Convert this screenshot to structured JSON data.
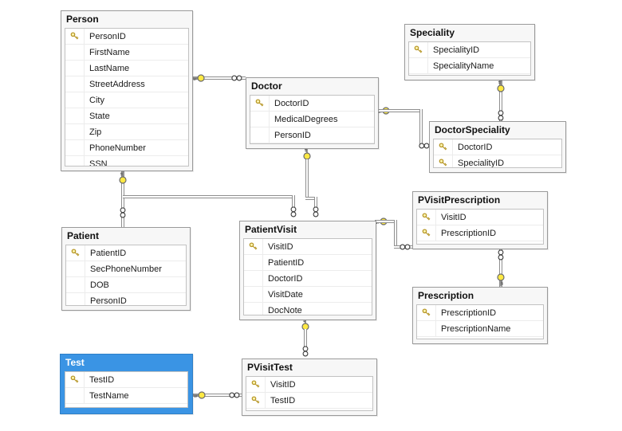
{
  "diagram": {
    "tables": [
      {
        "name": "Person",
        "selected": false,
        "fields": [
          {
            "name": "PersonID",
            "key": true
          },
          {
            "name": "FirstName",
            "key": false
          },
          {
            "name": "LastName",
            "key": false
          },
          {
            "name": "StreetAddress",
            "key": false
          },
          {
            "name": "City",
            "key": false
          },
          {
            "name": "State",
            "key": false
          },
          {
            "name": "Zip",
            "key": false
          },
          {
            "name": "PhoneNumber",
            "key": false
          },
          {
            "name": "SSN",
            "key": false
          }
        ]
      },
      {
        "name": "Doctor",
        "selected": false,
        "fields": [
          {
            "name": "DoctorID",
            "key": true
          },
          {
            "name": "MedicalDegrees",
            "key": false
          },
          {
            "name": "PersonID",
            "key": false
          }
        ]
      },
      {
        "name": "Speciality",
        "selected": false,
        "fields": [
          {
            "name": "SpecialityID",
            "key": true
          },
          {
            "name": "SpecialityName",
            "key": false
          }
        ]
      },
      {
        "name": "DoctorSpeciality",
        "selected": false,
        "fields": [
          {
            "name": "DoctorID",
            "key": true
          },
          {
            "name": "SpecialityID",
            "key": true
          }
        ]
      },
      {
        "name": "PVisitPrescription",
        "selected": false,
        "fields": [
          {
            "name": "VisitID",
            "key": true
          },
          {
            "name": "PrescriptionID",
            "key": true
          }
        ]
      },
      {
        "name": "Patient",
        "selected": false,
        "fields": [
          {
            "name": "PatientID",
            "key": true
          },
          {
            "name": "SecPhoneNumber",
            "key": false
          },
          {
            "name": "DOB",
            "key": false
          },
          {
            "name": "PersonID",
            "key": false
          }
        ]
      },
      {
        "name": "PatientVisit",
        "selected": false,
        "fields": [
          {
            "name": "VisitID",
            "key": true
          },
          {
            "name": "PatientID",
            "key": false
          },
          {
            "name": "DoctorID",
            "key": false
          },
          {
            "name": "VisitDate",
            "key": false
          },
          {
            "name": "DocNote",
            "key": false
          }
        ]
      },
      {
        "name": "Prescription",
        "selected": false,
        "fields": [
          {
            "name": "PrescriptionID",
            "key": true
          },
          {
            "name": "PrescriptionName",
            "key": false
          }
        ]
      },
      {
        "name": "Test",
        "selected": true,
        "fields": [
          {
            "name": "TestID",
            "key": true
          },
          {
            "name": "TestName",
            "key": false
          }
        ]
      },
      {
        "name": "PVisitTest",
        "selected": false,
        "fields": [
          {
            "name": "VisitID",
            "key": true
          },
          {
            "name": "TestID",
            "key": true
          }
        ]
      }
    ],
    "relationships": [
      {
        "one": "Person",
        "many": "Doctor"
      },
      {
        "one": "Person",
        "many": "Patient"
      },
      {
        "one": "Patient",
        "many": "PatientVisit"
      },
      {
        "one": "Doctor",
        "many": "PatientVisit"
      },
      {
        "one": "Doctor",
        "many": "DoctorSpeciality"
      },
      {
        "one": "Speciality",
        "many": "DoctorSpeciality"
      },
      {
        "one": "PatientVisit",
        "many": "PVisitPrescription"
      },
      {
        "one": "Prescription",
        "many": "PVisitPrescription"
      },
      {
        "one": "PatientVisit",
        "many": "PVisitTest"
      },
      {
        "one": "Test",
        "many": "PVisitTest"
      }
    ],
    "colors": {
      "selected_header": "#3A94E4",
      "key_gold": "#C9A227",
      "connector_line": "#8F8F8F",
      "canvas_background": "#FFFFFF"
    }
  }
}
